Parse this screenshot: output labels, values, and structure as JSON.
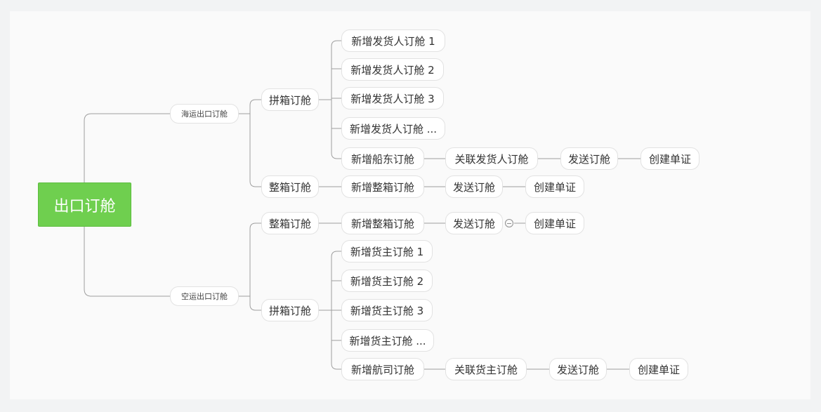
{
  "root": {
    "label": "出口订舱"
  },
  "sea": {
    "label": "海运出口订舱",
    "lcl": {
      "label": "拼箱订舱",
      "items": [
        "新增发货人订舱 1",
        "新增发货人订舱 2",
        "新增发货人订舱 3",
        "新增发货人订舱 ..."
      ],
      "chain": [
        "新增船东订舱",
        "关联发货人订舱",
        "发送订舱",
        "创建单证"
      ]
    },
    "fcl": {
      "label": "整箱订舱",
      "chain": [
        "新增整箱订舱",
        "发送订舱",
        "创建单证"
      ]
    }
  },
  "air": {
    "label": "空运出口订舱",
    "fcl": {
      "label": "整箱订舱",
      "chain": [
        "新增整箱订舱",
        "发送订舱",
        "创建单证"
      ]
    },
    "lcl": {
      "label": "拼箱订舱",
      "items": [
        "新增货主订舱 1",
        "新增货主订舱 2",
        "新增货主订舱 3",
        "新增货主订舱 ..."
      ],
      "chain": [
        "新增航司订舱",
        "关联货主订舱",
        "发送订舱",
        "创建单证"
      ]
    }
  },
  "colors": {
    "root": "#6fcf4f",
    "line": "#9e9e9e",
    "border": "#e2e2e2"
  }
}
